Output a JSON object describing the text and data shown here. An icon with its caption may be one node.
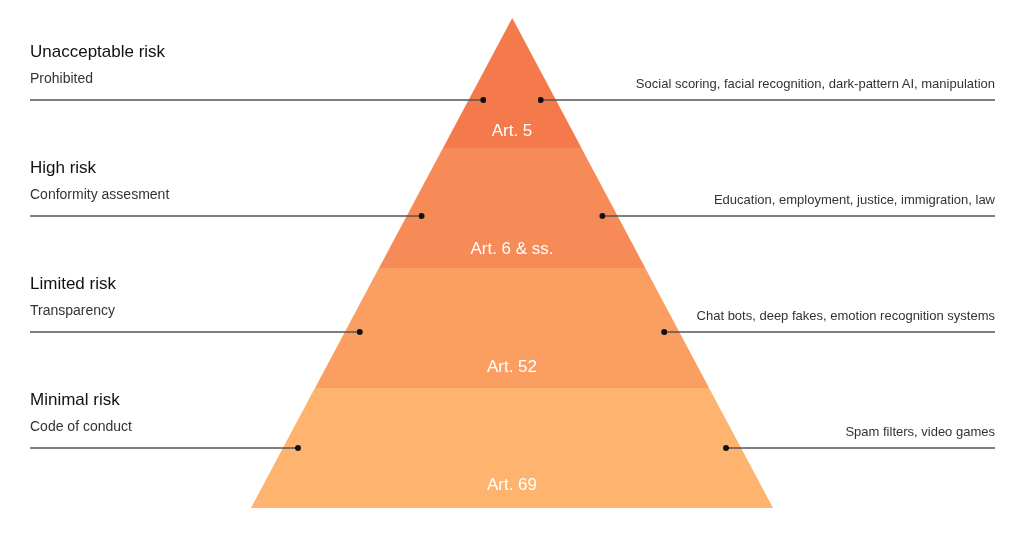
{
  "diagram": {
    "nodes": [
      {
        "text": [
          "Unacceptable risk",
          "Prohibited"
        ]
      },
      {
        "text": [
          "Art. 5"
        ]
      },
      {
        "text": [
          "Social scoring, facial recognition, dark-pattern AI, manipulation"
        ]
      },
      {
        "text": [
          "High risk",
          "Conformity assesment"
        ]
      },
      {
        "text": [
          "Art. 6 & ss."
        ]
      },
      {
        "text": [
          "Education, employment, justice, immigration, law"
        ]
      },
      {
        "text": [
          "Limited risk",
          "Transparency"
        ]
      },
      {
        "text": [
          "Art. 52"
        ]
      },
      {
        "text": [
          "Chat bots, deep fakes, emotion recognition systems"
        ]
      },
      {
        "text": [
          "Minimal risk",
          "Code of conduct"
        ]
      },
      {
        "text": [
          "Art. 69"
        ]
      },
      {
        "text": [
          "Spam filters, video games"
        ]
      }
    ],
    "edges": [
      {
        "from": 0,
        "to": 1,
        "arrow": "other"
      },
      {
        "from": 2,
        "to": 1,
        "arrow": "other"
      },
      {
        "from": 3,
        "to": 4,
        "arrow": "other"
      },
      {
        "from": 5,
        "to": 4,
        "arrow": "other"
      },
      {
        "from": 6,
        "to": 7,
        "arrow": "other"
      },
      {
        "from": 8,
        "to": 7,
        "arrow": "other"
      },
      {
        "from": 9,
        "to": 10,
        "arrow": "other"
      },
      {
        "from": 11,
        "to": 10,
        "arrow": "other"
      }
    ]
  }
}
